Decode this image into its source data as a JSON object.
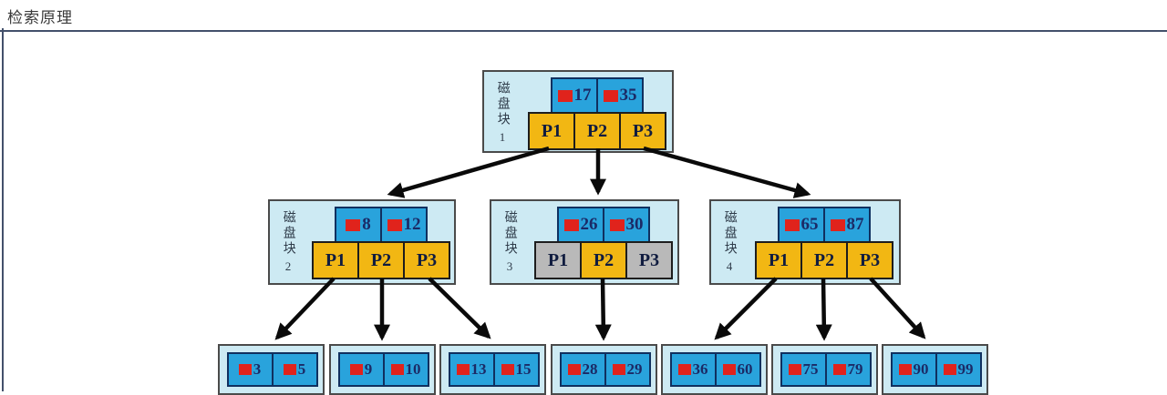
{
  "page": {
    "title": "检索原理"
  },
  "diagram": {
    "type": "b-tree-search-structure",
    "blocks": [
      {
        "id": "block-1",
        "label": "磁盘块",
        "number": "1",
        "keys": [
          "17",
          "35"
        ],
        "pointers": [
          {
            "label": "P1",
            "state": "active"
          },
          {
            "label": "P2",
            "state": "active"
          },
          {
            "label": "P3",
            "state": "active"
          }
        ]
      },
      {
        "id": "block-2",
        "label": "磁盘块",
        "number": "2",
        "keys": [
          "8",
          "12"
        ],
        "pointers": [
          {
            "label": "P1",
            "state": "active"
          },
          {
            "label": "P2",
            "state": "active"
          },
          {
            "label": "P3",
            "state": "active"
          }
        ]
      },
      {
        "id": "block-3",
        "label": "磁盘块",
        "number": "3",
        "keys": [
          "26",
          "30"
        ],
        "pointers": [
          {
            "label": "P1",
            "state": "inactive"
          },
          {
            "label": "P2",
            "state": "active"
          },
          {
            "label": "P3",
            "state": "inactive"
          }
        ]
      },
      {
        "id": "block-4",
        "label": "磁盘块",
        "number": "4",
        "keys": [
          "65",
          "87"
        ],
        "pointers": [
          {
            "label": "P1",
            "state": "active"
          },
          {
            "label": "P2",
            "state": "active"
          },
          {
            "label": "P3",
            "state": "active"
          }
        ]
      }
    ],
    "leaves": [
      {
        "id": "leaf-1",
        "keys": [
          "3",
          "5"
        ]
      },
      {
        "id": "leaf-2",
        "keys": [
          "9",
          "10"
        ]
      },
      {
        "id": "leaf-3",
        "keys": [
          "13",
          "15"
        ]
      },
      {
        "id": "leaf-4",
        "keys": [
          "28",
          "29"
        ]
      },
      {
        "id": "leaf-5",
        "keys": [
          "36",
          "60"
        ]
      },
      {
        "id": "leaf-6",
        "keys": [
          "75",
          "79"
        ]
      },
      {
        "id": "leaf-7",
        "keys": [
          "90",
          "99"
        ]
      }
    ],
    "edges": [
      {
        "from": "block-1",
        "pointer": "P1",
        "to": "block-2"
      },
      {
        "from": "block-1",
        "pointer": "P2",
        "to": "block-3"
      },
      {
        "from": "block-1",
        "pointer": "P3",
        "to": "block-4"
      },
      {
        "from": "block-2",
        "pointer": "P1",
        "to": "leaf-1"
      },
      {
        "from": "block-2",
        "pointer": "P2",
        "to": "leaf-2"
      },
      {
        "from": "block-2",
        "pointer": "P3",
        "to": "leaf-3"
      },
      {
        "from": "block-3",
        "pointer": "P2",
        "to": "leaf-4"
      },
      {
        "from": "block-4",
        "pointer": "P1",
        "to": "leaf-5"
      },
      {
        "from": "block-4",
        "pointer": "P2",
        "to": "leaf-6"
      },
      {
        "from": "block-4",
        "pointer": "P3",
        "to": "leaf-7"
      }
    ],
    "colors": {
      "container_fill": "#cdeaf3",
      "key_fill": "#29a3dc",
      "pointer_active": "#f2b713",
      "pointer_inactive": "#b9b9b9",
      "marker_red": "#e0231c",
      "arrow": "#0a0a0a",
      "rule": "#43506b"
    }
  }
}
